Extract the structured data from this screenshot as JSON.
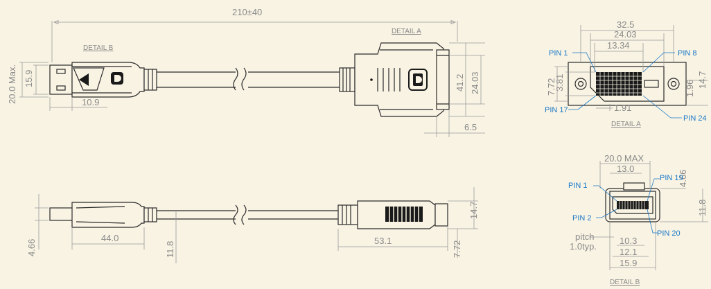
{
  "overall_length": "210±40",
  "detail_labels": {
    "a": "DETAIL A",
    "b": "DETAIL B"
  },
  "top_view": {
    "dp_height_max": "20.0 Max.",
    "dp_tip_height": "15.9",
    "dp_tip_length": "10.9",
    "dvi_height": "41.2",
    "dvi_inner_height": "24.03",
    "dvi_flange": "6.5"
  },
  "side_view": {
    "dp_thickness": "4.66",
    "dp_length": "44.0",
    "dp_height": "11.8",
    "dvi_length": "53.1",
    "dvi_height": "14.7",
    "dvi_offset": "7.72"
  },
  "detail_a": {
    "width_outer": "32.5",
    "width_mid": "24.03",
    "width_inner": "13.34",
    "height_outer": "7.72",
    "height_inner": "3.81",
    "pitch": "1.91",
    "right_height_1": "1.96",
    "right_height_2": "14.7",
    "pins": {
      "p1": "PIN 1",
      "p8": "PIN 8",
      "p17": "PIN 17",
      "p24": "PIN 24"
    }
  },
  "detail_b": {
    "width_max": "20.0 MAX",
    "width_13": "13.0",
    "height_466": "4.66",
    "height_118": "11.8",
    "width_103": "10.3",
    "width_121": "12.1",
    "width_159": "15.9",
    "pitch_label": "pitch",
    "pitch_value": "1.0typ.",
    "pins": {
      "p1": "PIN 1",
      "p2": "PIN 2",
      "p19": "PIN 19",
      "p20": "PIN 20"
    }
  },
  "colors": {
    "background": "#f8f3e3",
    "outline": "#2a2a2a",
    "dimension": "#8a8a8a",
    "pin_label": "#1a78c8"
  }
}
